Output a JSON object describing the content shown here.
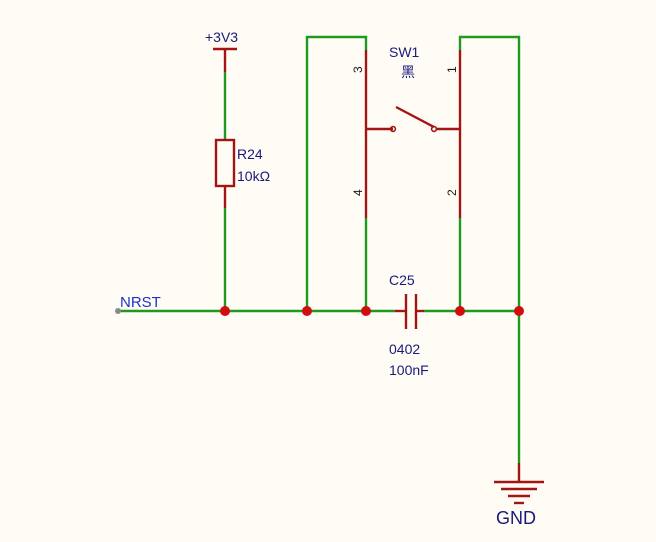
{
  "power": {
    "label": "+3V3"
  },
  "resistor": {
    "ref": "R24",
    "value": "10kΩ"
  },
  "switch": {
    "ref": "SW1",
    "value": "黑",
    "pins": [
      "3",
      "4",
      "1",
      "2"
    ]
  },
  "capacitor": {
    "ref": "C25",
    "package": "0402",
    "value": "100nF"
  },
  "net": {
    "label": "NRST"
  },
  "ground": {
    "label": "GND"
  },
  "colors": {
    "wire": "#1f9a1f",
    "component": "#a31515",
    "junction": "#d10d0d",
    "text": "#1a1a7a",
    "net_label": "#1a33cc"
  }
}
